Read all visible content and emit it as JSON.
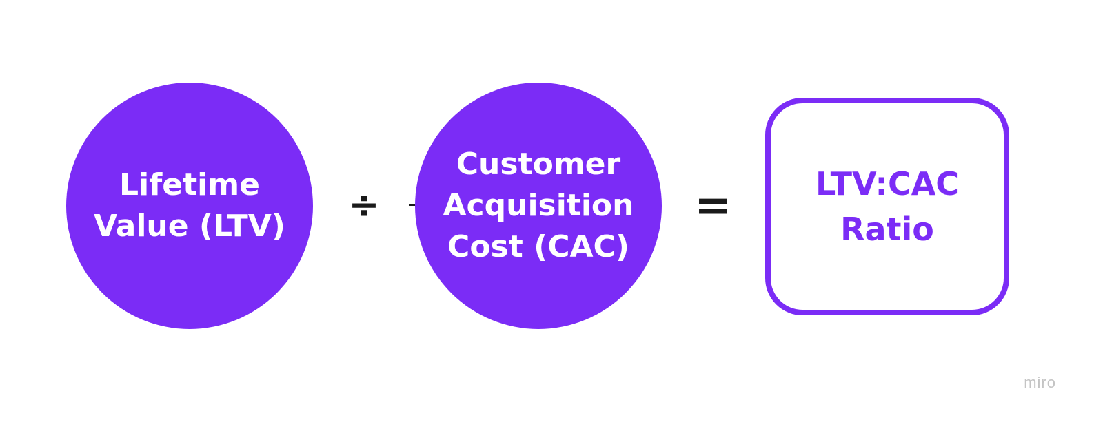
{
  "colors": {
    "accent": "#7b2cf6",
    "operator": "#1a1a1a",
    "brand_text": "#c4c4c4",
    "background": "#ffffff"
  },
  "nodes": {
    "ltv": {
      "label": "Lifetime\nValue (LTV)"
    },
    "cac": {
      "label": "Customer\nAcquisition\nCost (CAC)"
    },
    "result": {
      "label": "LTV:CAC\nRatio"
    }
  },
  "operators": {
    "divide": "÷",
    "equals": "="
  },
  "brand": {
    "logo_text": "miro"
  }
}
